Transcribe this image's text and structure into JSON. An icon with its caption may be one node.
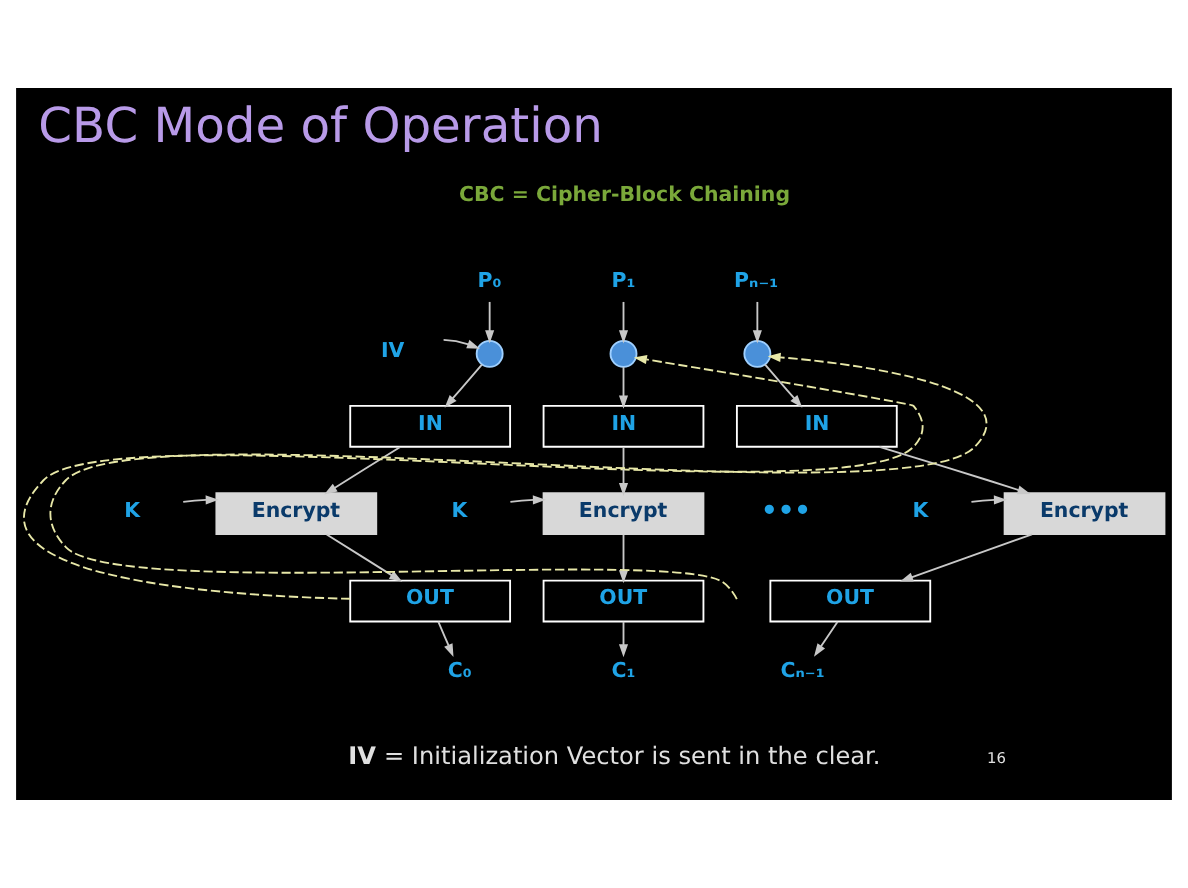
{
  "diagram": {
    "title": "CBC Mode of Operation",
    "nodes": [
      {
        "text": [
          "P₀"
        ]
      },
      {
        "text": [
          "IV"
        ]
      },
      {
        "text": [],
        "shape": "circle"
      },
      {
        "text": [
          "IN"
        ]
      },
      {
        "text": [
          "K"
        ]
      },
      {
        "text": [
          "Encrypt"
        ]
      },
      {
        "text": [
          "OUT"
        ]
      },
      {
        "text": [
          "C₀"
        ]
      },
      {
        "text": [
          "P₁"
        ]
      },
      {
        "text": [],
        "shape": "circle"
      },
      {
        "text": [
          "IN"
        ]
      },
      {
        "text": [
          "K"
        ]
      },
      {
        "text": [
          "Encrypt"
        ]
      },
      {
        "text": [
          "OUT"
        ]
      },
      {
        "text": [
          "C₁"
        ]
      },
      {
        "text": [
          "Pₙ₋₁"
        ]
      },
      {
        "text": [],
        "shape": "circle"
      },
      {
        "text": [
          "IN"
        ]
      },
      {
        "text": [
          "K"
        ]
      },
      {
        "text": [
          "Encrypt"
        ]
      },
      {
        "text": [
          "OUT"
        ]
      },
      {
        "text": [
          "Cₙ₋₁"
        ]
      }
    ],
    "edges": [
      {
        "from": 0,
        "to": 2,
        "arrow": "to"
      },
      {
        "from": 1,
        "to": 2,
        "arrow": "to"
      },
      {
        "from": 2,
        "to": 3,
        "arrow": "to"
      },
      {
        "from": 3,
        "to": 5,
        "arrow": "to"
      },
      {
        "from": 4,
        "to": 5,
        "arrow": "to"
      },
      {
        "from": 5,
        "to": 6,
        "arrow": "to"
      },
      {
        "from": 6,
        "to": 7,
        "arrow": "to"
      },
      {
        "from": 6,
        "to": 9,
        "arrow": "to",
        "style": "dashed",
        "color": "#e8e8a8"
      },
      {
        "from": 8,
        "to": 9,
        "arrow": "to"
      },
      {
        "from": 9,
        "to": 10,
        "arrow": "to"
      },
      {
        "from": 10,
        "to": 12,
        "arrow": "to"
      },
      {
        "from": 11,
        "to": 12,
        "arrow": "to"
      },
      {
        "from": 12,
        "to": 13,
        "arrow": "to"
      },
      {
        "from": 13,
        "to": 14,
        "arrow": "to"
      },
      {
        "from": null,
        "to": 16,
        "arrow": "to",
        "style": "dashed",
        "color": "#e8e8a8"
      },
      {
        "from": 15,
        "to": 16,
        "arrow": "to"
      },
      {
        "from": 16,
        "to": 17,
        "arrow": "to"
      },
      {
        "from": 17,
        "to": 19,
        "arrow": "to"
      },
      {
        "from": 18,
        "to": 19,
        "arrow": "to"
      },
      {
        "from": 19,
        "to": 20,
        "arrow": "to"
      },
      {
        "from": 20,
        "to": 21,
        "arrow": "to"
      }
    ],
    "labels": [
      "CBC = Cipher-Block Chaining",
      "•••",
      "**IV** = Initialization Vector is sent in the clear.",
      "16"
    ]
  }
}
